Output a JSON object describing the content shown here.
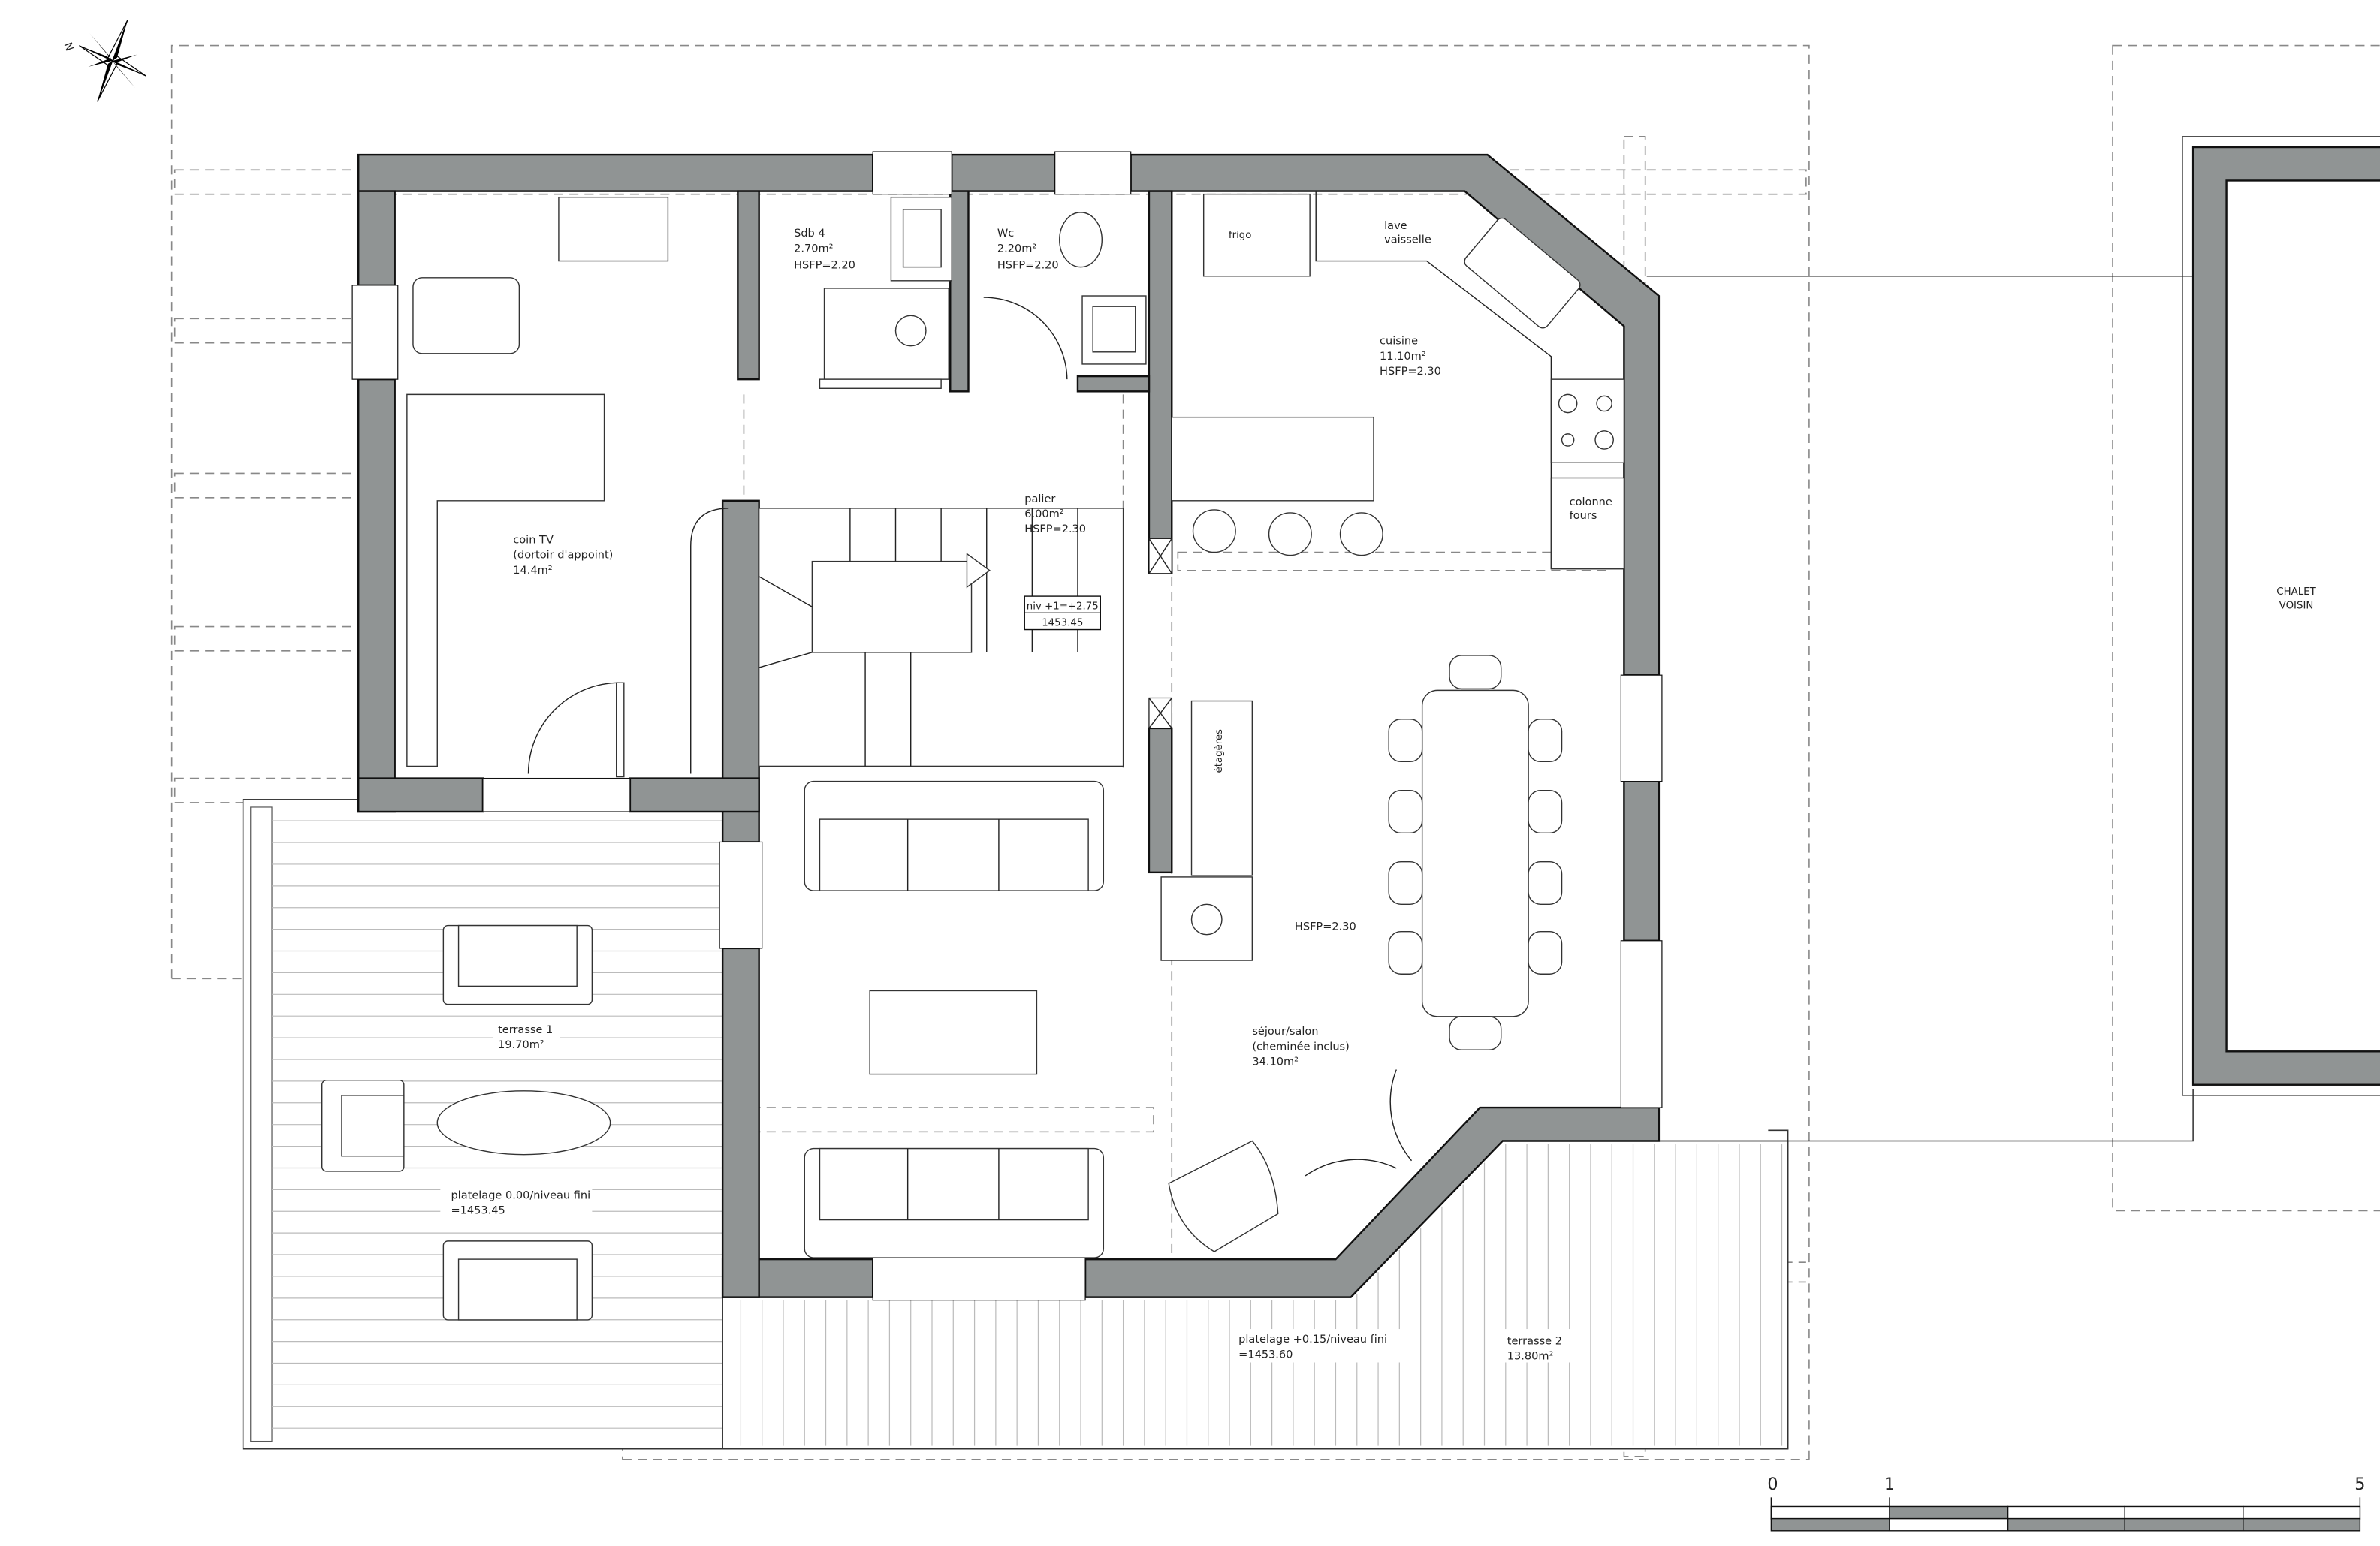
{
  "compass": {
    "north_label": "N"
  },
  "rooms": {
    "coin_tv": {
      "name": "coin TV",
      "note": "(dortoir d'appoint)",
      "area": "14.4m²"
    },
    "sdb4": {
      "name": "Sdb 4",
      "area": "2.70m²",
      "height": "HSFP=2.20"
    },
    "wc": {
      "name": "Wc",
      "area": "2.20m²",
      "height": "HSFP=2.20"
    },
    "cuisine": {
      "name": "cuisine",
      "area": "11.10m²",
      "height": "HSFP=2.30"
    },
    "palier": {
      "name": "palier",
      "area": "6.00m²",
      "height": "HSFP=2.30"
    },
    "sejour": {
      "name": "séjour/salon",
      "note": "(cheminée inclus)",
      "area": "34.10m²",
      "height": "HSFP=2.30"
    },
    "terrasse1": {
      "name": "terrasse 1",
      "area": "19.70m²",
      "deck": "platelage 0.00/niveau fini",
      "deck_level": "=1453.45"
    },
    "terrasse2": {
      "name": "terrasse 2",
      "area": "13.80m²",
      "deck": "platelage +0.15/niveau fini",
      "deck_level": "=1453.60"
    }
  },
  "fixtures": {
    "frigo": "frigo",
    "lave_vaisselle": [
      "lave",
      "vaisselle"
    ],
    "colonne_fours": [
      "colonne",
      "fours"
    ],
    "etageres": "étagères"
  },
  "level_box": {
    "level": "niv +1=+2.75",
    "altitude": "1453.45"
  },
  "neighbor": [
    "CHALET",
    "VOISIN"
  ],
  "scale_bar": {
    "labels": [
      "0",
      "1",
      "5"
    ]
  }
}
